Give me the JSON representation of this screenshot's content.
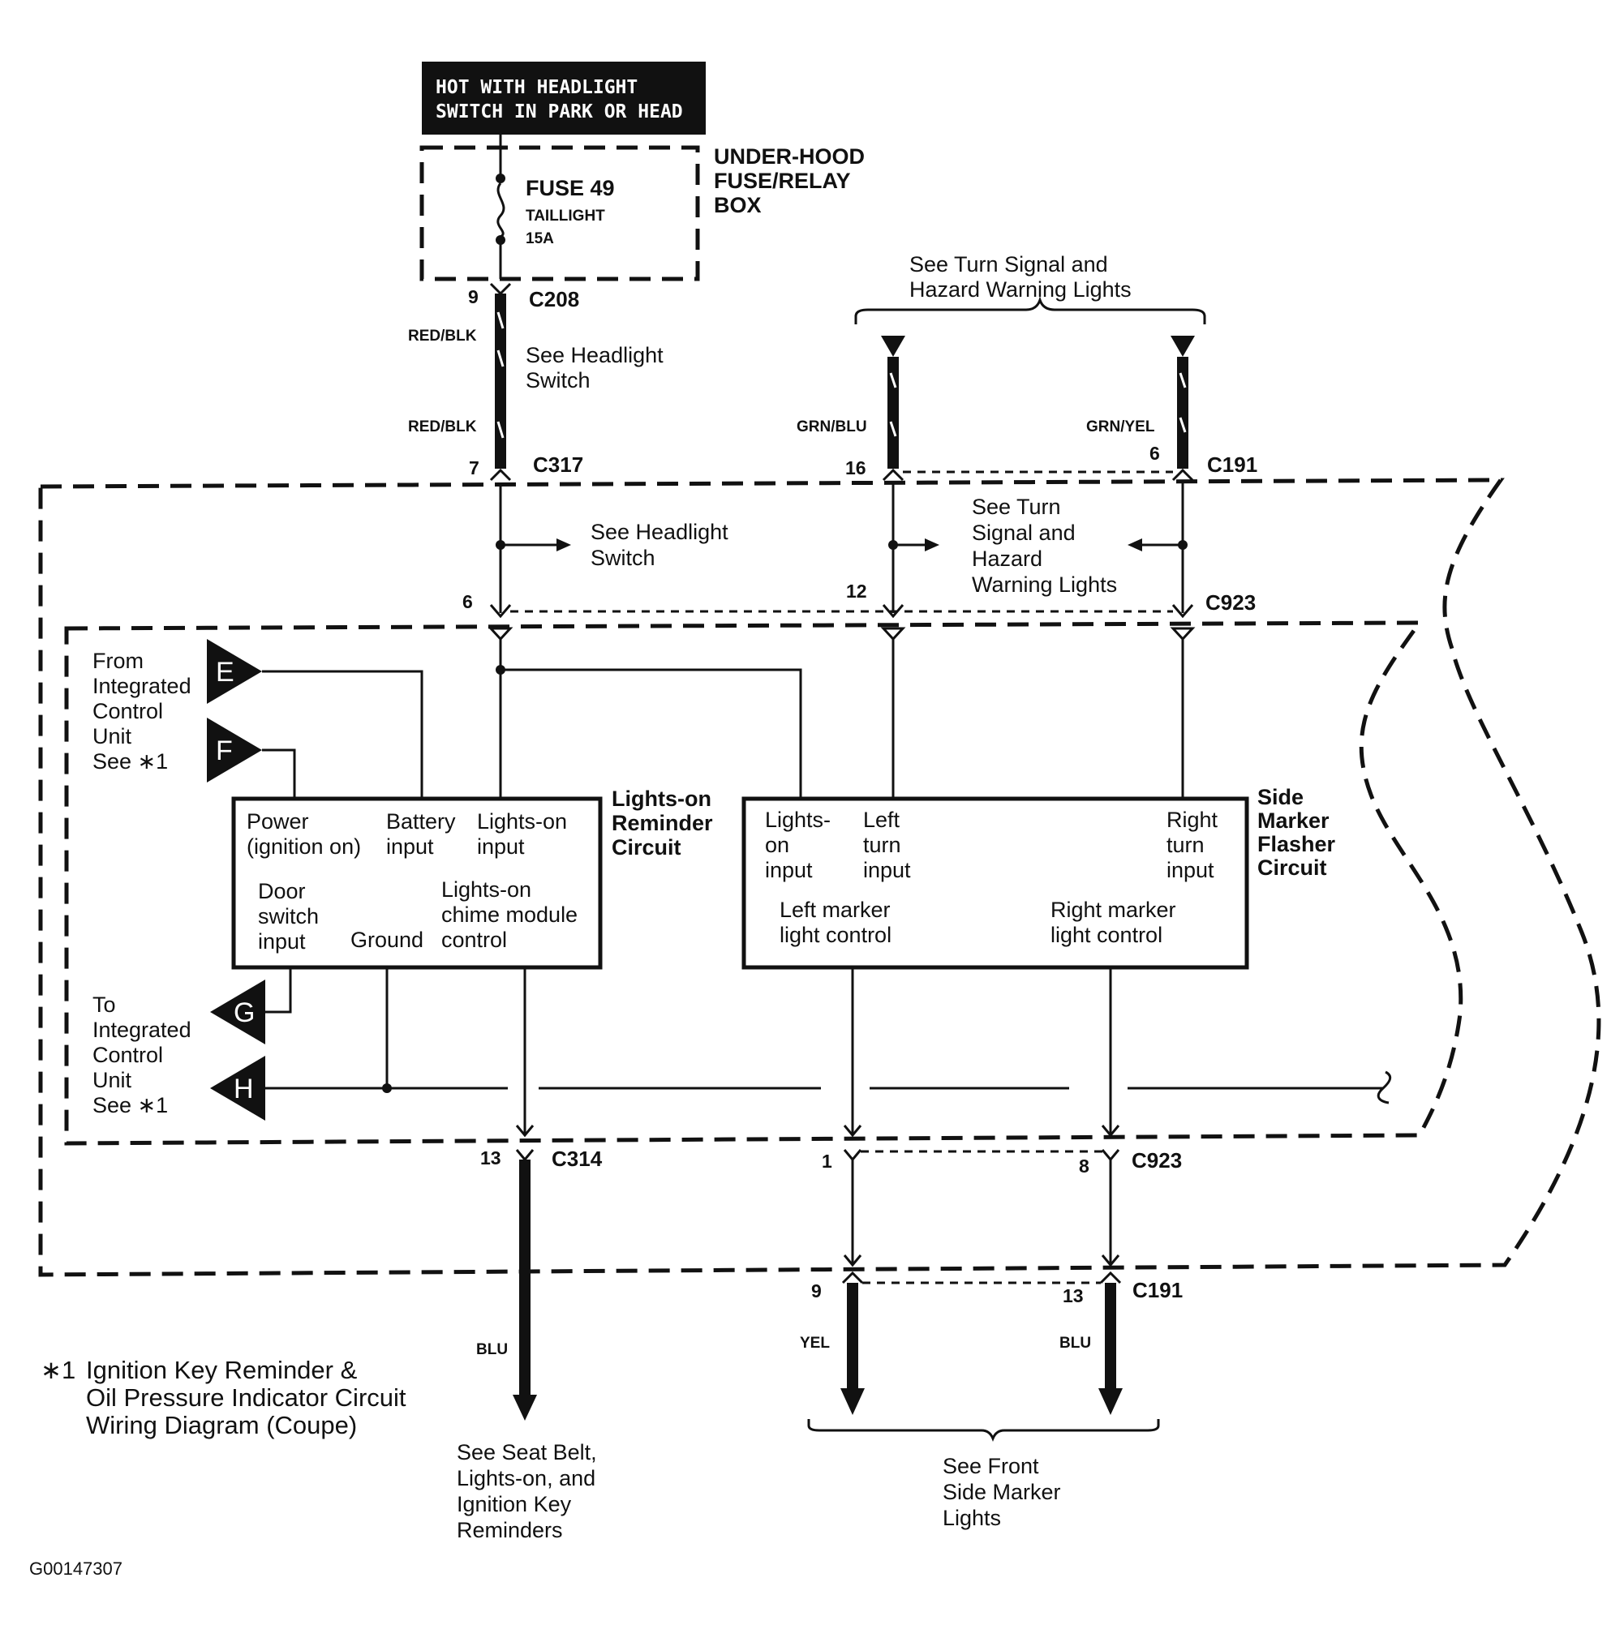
{
  "hot_label": {
    "line1": "HOT WITH  HEADLIGHT",
    "line2": "SWITCH  IN  PARK OR  HEAD"
  },
  "fuse": {
    "name": "FUSE 49",
    "circuit": "TAILLIGHT",
    "rating": "15A"
  },
  "fuse_box": {
    "line1": "UNDER-HOOD",
    "line2": "FUSE/RELAY",
    "line3": "BOX"
  },
  "connectors": {
    "c208": "C208",
    "c317": "C317",
    "c191_top": "C191",
    "c923_top": "C923",
    "c314": "C314",
    "c923_bottom": "C923",
    "c191_bottom": "C191"
  },
  "pins": {
    "p9_c208": "9",
    "p7_c317": "7",
    "p16_c191": "16",
    "p6_c191": "6",
    "p6_c923": "6",
    "p12_c923": "12",
    "p13_c314": "13",
    "p1_c923": "1",
    "p8_c923": "8",
    "p9_c191": "9",
    "p13_c191": "13"
  },
  "wire_colors": {
    "red_blk_1": "RED/BLK",
    "red_blk_2": "RED/BLK",
    "grn_blu": "GRN/BLU",
    "grn_yel": "GRN/YEL",
    "blu_1": "BLU",
    "yel": "YEL",
    "blu_2": "BLU"
  },
  "refs": {
    "headlight_1": {
      "line1": "See Headlight",
      "line2": "Switch"
    },
    "headlight_2": {
      "line1": "See Headlight",
      "line2": "Switch"
    },
    "turn_top": {
      "line1": "See Turn Signal and",
      "line2": "Hazard Warning Lights"
    },
    "turn_mid": {
      "line1": "See Turn",
      "line2": "Signal and",
      "line3": "Hazard",
      "line4": "Warning Lights"
    },
    "seat_belt": {
      "line1": "See Seat Belt,",
      "line2": "Lights-on, and",
      "line3": "Ignition Key",
      "line4": "Reminders"
    },
    "front_marker": {
      "line1": "See Front",
      "line2": "Side Marker",
      "line3": "Lights"
    }
  },
  "icu_from": {
    "line1": "From",
    "line2": "Integrated",
    "line3": "Control",
    "line4": "Unit",
    "line5": "See ∗1"
  },
  "icu_to": {
    "line1": "To",
    "line2": "Integrated",
    "line3": "Control",
    "line4": "Unit",
    "line5": "See ∗1"
  },
  "tri_labels": {
    "e": "E",
    "f": "F",
    "g": "G",
    "h": "H"
  },
  "reminder": {
    "title": {
      "line1": "Lights-on",
      "line2": "Reminder",
      "line3": "Circuit"
    },
    "power": {
      "line1": "Power",
      "line2": "(ignition on)"
    },
    "battery": {
      "line1": "Battery",
      "line2": "input"
    },
    "lights_on": {
      "line1": "Lights-on",
      "line2": "input"
    },
    "door": {
      "line1": "Door",
      "line2": "switch",
      "line3": "input"
    },
    "ground": "Ground",
    "chime": {
      "line1": "Lights-on",
      "line2": "chime module",
      "line3": "control"
    }
  },
  "flasher": {
    "title": {
      "line1": "Side",
      "line2": "Marker",
      "line3": "Flasher",
      "line4": "Circuit"
    },
    "lights_on": {
      "line1": "Lights-",
      "line2": "on",
      "line3": "input"
    },
    "left_turn": {
      "line1": "Left",
      "line2": "turn",
      "line3": "input"
    },
    "right_turn": {
      "line1": "Right",
      "line2": "turn",
      "line3": "input"
    },
    "left_marker": {
      "line1": "Left marker",
      "line2": "light control"
    },
    "right_marker": {
      "line1": "Right marker",
      "line2": "light control"
    }
  },
  "footnote": {
    "mark": "∗1",
    "line1": "Ignition Key Reminder &",
    "line2": "Oil Pressure Indicator Circuit",
    "line3": "Wiring Diagram (Coupe)"
  },
  "figure_id": "G00147307"
}
